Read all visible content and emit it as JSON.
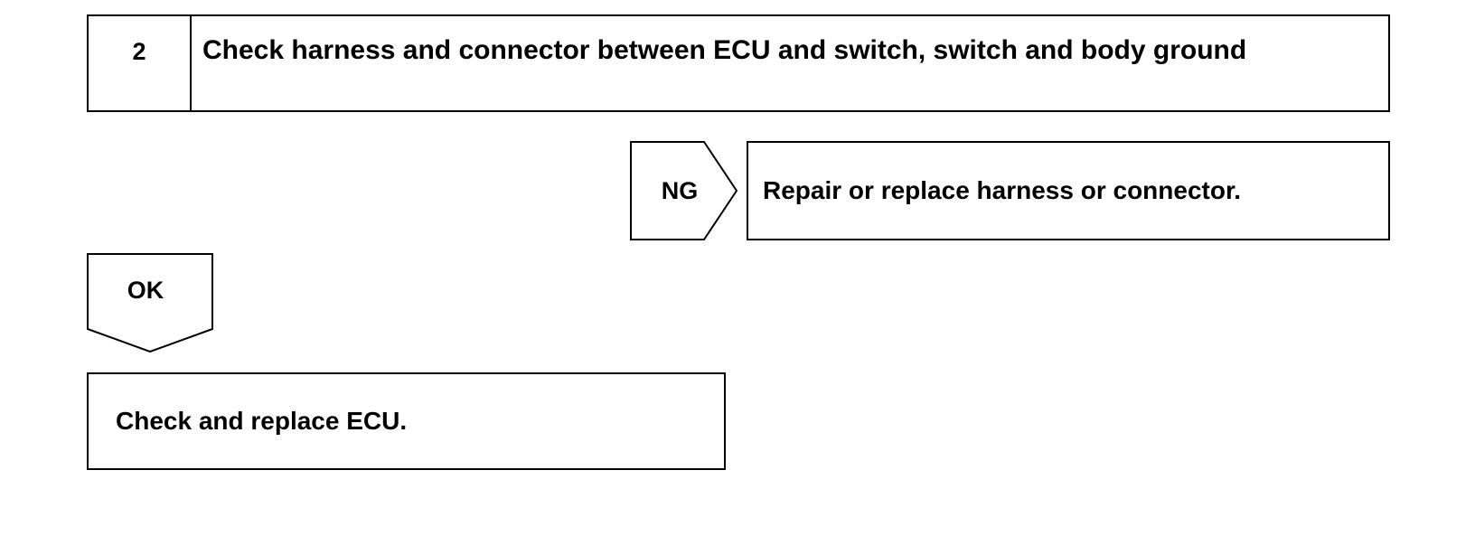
{
  "step": {
    "number": "2",
    "title": "Check harness and connector between ECU and switch, switch and body ground"
  },
  "ng_branch": {
    "label": "NG",
    "action": "Repair or replace harness or connector."
  },
  "ok_branch": {
    "label": "OK",
    "action": "Check and replace ECU."
  }
}
